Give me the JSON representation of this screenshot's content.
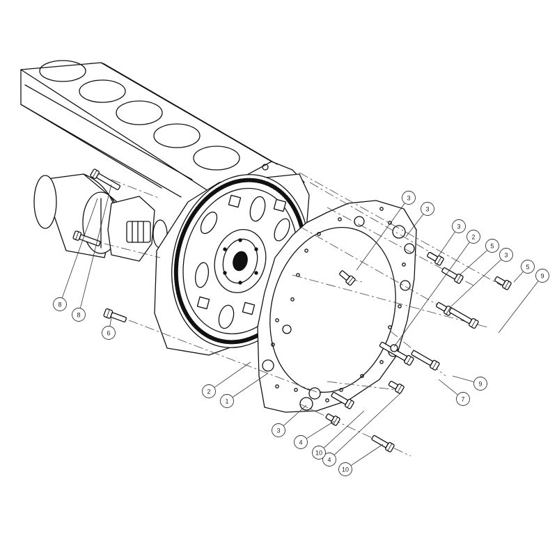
{
  "callouts": [
    {
      "label": "1"
    },
    {
      "label": "2"
    },
    {
      "label": "3"
    },
    {
      "label": "3"
    },
    {
      "label": "3"
    },
    {
      "label": "3"
    },
    {
      "label": "3"
    },
    {
      "label": "2"
    },
    {
      "label": "5"
    },
    {
      "label": "5"
    },
    {
      "label": "9"
    },
    {
      "label": "9"
    },
    {
      "label": "7"
    },
    {
      "label": "8"
    },
    {
      "label": "8"
    },
    {
      "label": "6"
    },
    {
      "label": "4"
    },
    {
      "label": "4"
    },
    {
      "label": "10"
    },
    {
      "label": "10"
    }
  ]
}
